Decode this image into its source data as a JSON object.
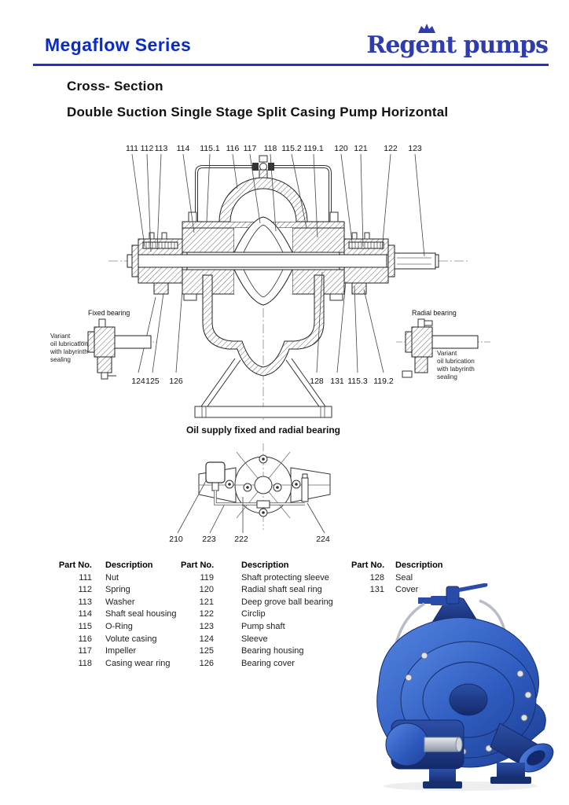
{
  "theme": {
    "title_blue": "#0a2cc4",
    "rule_blue": "#2333bb",
    "logo_blue": "#2e3cae",
    "pump_blue": "#2f5cc0",
    "pump_blue_dark": "#16306e"
  },
  "header": {
    "series_title": "Megaflow Series",
    "logo_text": "Regent pumps"
  },
  "titles": {
    "section": "Cross- Section",
    "subtitle": "Double Suction Single Stage Split Casing Pump Horizontal"
  },
  "cross_section": {
    "top_labels": [
      "111",
      "112",
      "113",
      "114",
      "115.1",
      "116",
      "117",
      "118",
      "115.2",
      "119.1",
      "120",
      "121",
      "122",
      "123"
    ],
    "bottom_left_labels": [
      "124",
      "125",
      "126"
    ],
    "bottom_right_labels": [
      "128",
      "131",
      "115.3",
      "119.2"
    ],
    "fixed_bearing_label": "Fixed bearing",
    "radial_bearing_label": "Radial bearing",
    "variant_note_lines": [
      "Variant",
      "oil lubrication",
      "with labyrinth",
      "sealing"
    ]
  },
  "oil_supply": {
    "caption": "Oil supply fixed and radial bearing",
    "labels": [
      "210",
      "223",
      "222",
      "224"
    ]
  },
  "parts_table": {
    "part_no_header": "Part No.",
    "description_header": "Description",
    "columns": [
      [
        [
          "111",
          "Nut"
        ],
        [
          "112",
          "Spring"
        ],
        [
          "113",
          "Washer"
        ],
        [
          "114",
          "Shaft seal housing"
        ],
        [
          "115",
          "O-Ring"
        ],
        [
          "116",
          "Volute casing"
        ],
        [
          "117",
          "Impeller"
        ],
        [
          "118",
          "Casing wear ring"
        ]
      ],
      [
        [
          "119",
          "Shaft protecting sleeve"
        ],
        [
          "120",
          "Radial shaft seal ring"
        ],
        [
          "121",
          "Deep grove ball bearing"
        ],
        [
          "122",
          "Circlip"
        ],
        [
          "123",
          "Pump shaft"
        ],
        [
          "124",
          "Sleeve"
        ],
        [
          "125",
          "Bearing housing"
        ],
        [
          "126",
          "Bearing cover"
        ]
      ],
      [
        [
          "128",
          "Seal"
        ],
        [
          "131",
          "Cover"
        ]
      ]
    ]
  }
}
